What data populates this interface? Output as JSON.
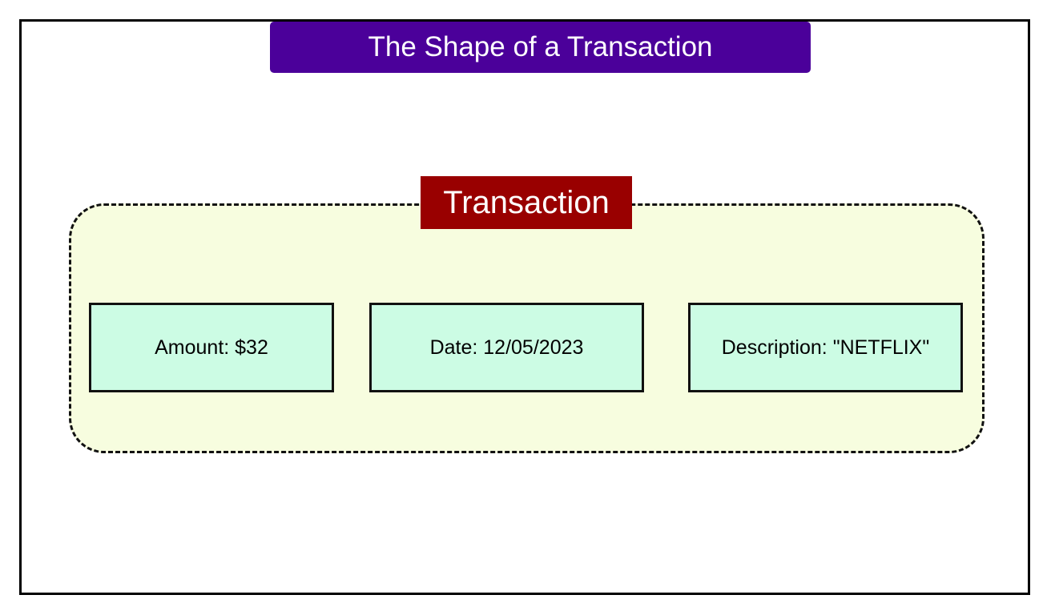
{
  "title": "The Shape of a Transaction",
  "group": {
    "label": "Transaction",
    "fields": [
      {
        "text": "Amount: $32"
      },
      {
        "text": "Date: 12/05/2023"
      },
      {
        "text": "Description: \"NETFLIX\""
      }
    ]
  },
  "colors": {
    "title_bg": "#4B009A",
    "group_label_bg": "#990000",
    "group_bg": "#F7FDDF",
    "field_bg": "#CCFCE4"
  }
}
